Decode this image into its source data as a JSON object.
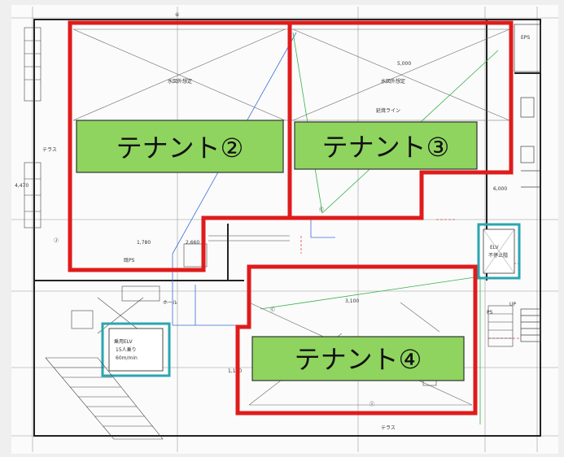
{
  "drawing": {
    "marks": {
      "top_axis": "⑥",
      "left_axis": "Ⓙ",
      "bottom_axis": "Ⓘ",
      "circle_c": "Ⓒ"
    },
    "rooms": {
      "eps": "EPS",
      "elevator_left": "乗用ELV",
      "elevator_left_cap": "15人乗り",
      "elevator_left_speed": "60m/min",
      "elevator_right": "ELV",
      "elevator_right_sub": "不停止階"
    },
    "notes": {
      "water_left": "水図外想定",
      "water_right": "水図外想定",
      "line": "延焼ライン",
      "hall": "ホール",
      "terrace_left": "テラス",
      "terrace_bottom": "テラス",
      "up": "UP",
      "ps_left": "既PS",
      "ps_right": "PS",
      "dim_1780": "1,780",
      "dim_2660": "2,660",
      "dim_5000": "5,000",
      "dim_6000": "6,000",
      "dim_3100": "3,100",
      "dim_4470": "4,470",
      "dim_1110": "1,110"
    }
  },
  "tenants": [
    {
      "label": "テナント②"
    },
    {
      "label": "テナント③"
    },
    {
      "label": "テナント④"
    }
  ]
}
